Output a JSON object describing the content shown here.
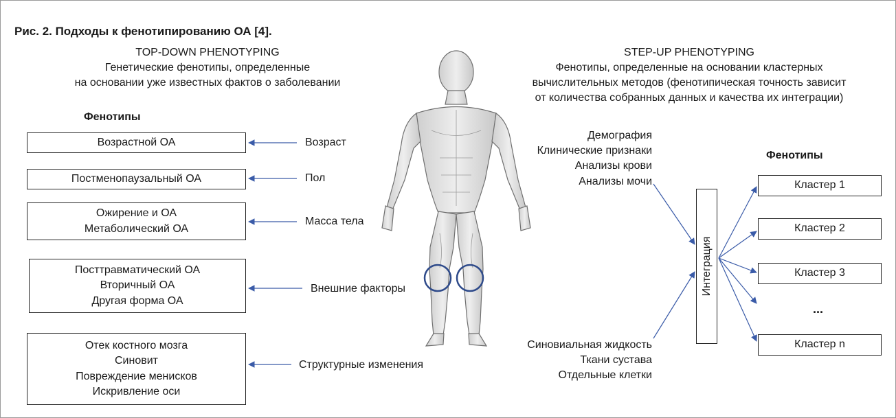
{
  "figure": {
    "title": "Рис. 2. Подходы к фенотипированию ОА [4]."
  },
  "left": {
    "heading": [
      "TOP-DOWN PHENOTYPING",
      "Генетические фенотипы, определенные",
      "на основании уже известных фактов о заболевании"
    ],
    "phenotypes_label": "Фенотипы",
    "boxes": [
      {
        "lines": [
          "Возрастной ОА"
        ],
        "factor": "Возраст"
      },
      {
        "lines": [
          "Постменопаузальный ОА"
        ],
        "factor": "Пол"
      },
      {
        "lines": [
          "Ожирение и ОА",
          "Метаболический ОА"
        ],
        "factor": "Масса тела"
      },
      {
        "lines": [
          "Посттравматический ОА",
          "Вторичный ОА",
          "Другая форма ОА"
        ],
        "factor": "Внешние факторы"
      },
      {
        "lines": [
          "Отек костного мозга",
          "Синовит",
          "Повреждение менисков",
          "Искривление оси"
        ],
        "factor": "Структурные изменения"
      }
    ]
  },
  "right": {
    "heading": [
      "STEP-UP PHENOTYPING",
      "Фенотипы, определенные на основании кластерных",
      "вычислительных методов (фенотипическая точность зависит",
      "от количества собранных данных и качества их интеграции)"
    ],
    "inputs_top": [
      "Демография",
      "Клинические признаки",
      "Анализы крови",
      "Анализы мочи"
    ],
    "inputs_bottom": [
      "Синовиальная жидкость",
      "Ткани сустава",
      "Отдельные клетки"
    ],
    "integration_label": "Интеграция",
    "phenotypes_label": "Фенотипы",
    "clusters": [
      "Кластер 1",
      "Кластер 2",
      "Кластер 3",
      "Кластер n"
    ],
    "ellipsis": "..."
  },
  "colors": {
    "arrow": "#3a5ba8",
    "knee_circle": "#2e4a8a",
    "border": "#222222"
  }
}
